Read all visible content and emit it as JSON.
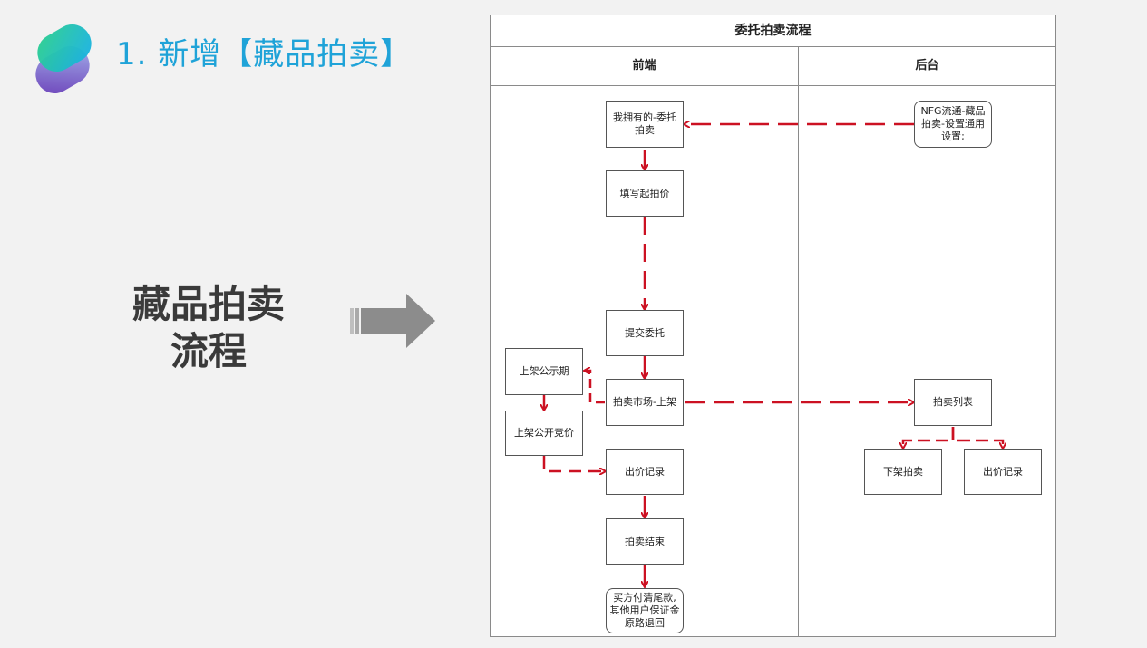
{
  "header": {
    "title": "1. 新增【藏品拍卖】"
  },
  "side": {
    "title_line1": "藏品拍卖",
    "title_line2": "流程"
  },
  "diagram": {
    "title": "委托拍卖流程",
    "lanes": {
      "front": "前端",
      "back": "后台"
    },
    "nodes": {
      "my_consign": "我拥有的-委托拍卖",
      "fill_price": "填写起拍价",
      "submit": "提交委托",
      "market_list": "拍卖市场-上架",
      "notice_period": "上架公示期",
      "open_bid": "上架公开竞价",
      "bid_record": "出价记录",
      "auction_end": "拍卖结束",
      "final_pay": "买方付清尾款,其他用户保证金原路退回",
      "nfg_settings": "NFG流通-藏品拍卖-设置通用设置;",
      "auction_list": "拍卖列表",
      "delist": "下架拍卖",
      "bid_record_admin": "出价记录"
    }
  },
  "colors": {
    "accent": "#1fa3d8",
    "connector": "#cc1122",
    "arrow_gray": "#8c8c8c"
  }
}
